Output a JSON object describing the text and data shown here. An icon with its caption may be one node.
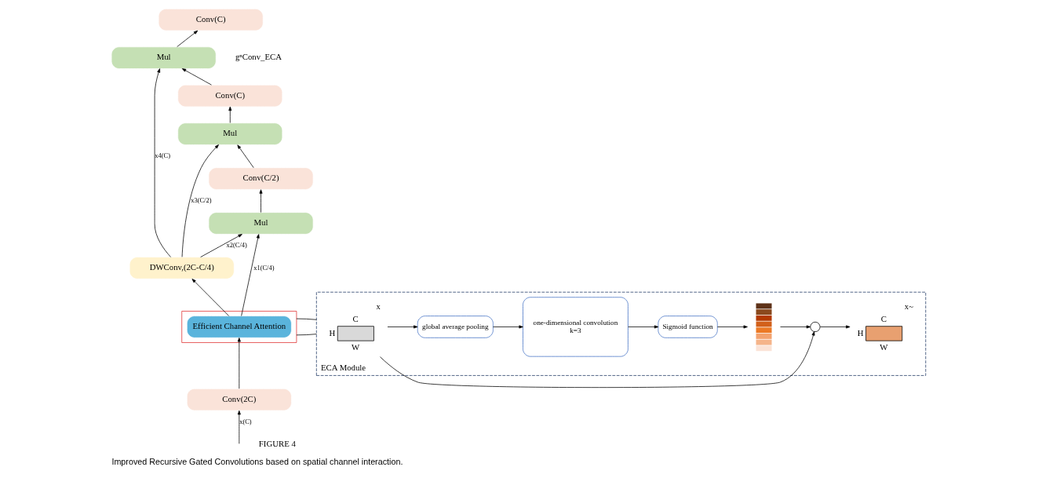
{
  "diagram": {
    "caption": "Improved Recursive Gated Convolutions based on spatial channel interaction.",
    "nodes": [
      {
        "text": [
          "Conv(C)"
        ]
      },
      {
        "text": [
          "Mul"
        ]
      },
      {
        "text": [
          "Conv(C)"
        ]
      },
      {
        "text": [
          "Mul"
        ]
      },
      {
        "text": [
          "Conv(C/2)"
        ]
      },
      {
        "text": [
          "Mul"
        ]
      },
      {
        "text": [
          "DWConv,(2C-C/4)"
        ]
      },
      {
        "text": [],
        "shape": "box"
      },
      {
        "text": [
          "Efficient Channel Attention"
        ],
        "in": 7
      },
      {
        "text": [
          "Conv(2C)"
        ]
      },
      {
        "text": [
          "ECA Module"
        ]
      },
      {
        "text": [],
        "shape": "box",
        "beside": [
          "x",
          "C",
          "H",
          "W"
        ],
        "in": 10
      },
      {
        "text": [
          "global average pooling"
        ],
        "in": 10
      },
      {
        "text": [
          "one-dimensional convolution",
          "k=3"
        ],
        "in": 10
      },
      {
        "text": [
          "Sigmoid function"
        ],
        "in": 10
      },
      {
        "text": [],
        "shape": "bar",
        "in": 10
      },
      {
        "text": [],
        "shape": "circle",
        "in": 10
      },
      {
        "text": [],
        "shape": "box",
        "beside": [
          "x~",
          "C",
          "H",
          "W"
        ],
        "in": 10
      }
    ],
    "edges": [
      {
        "from": null,
        "to": 9,
        "arrow": "to",
        "label": "x(C)"
      },
      {
        "from": 9,
        "to": 8,
        "arrow": "to"
      },
      {
        "from": 8,
        "to": 6,
        "arrow": "to"
      },
      {
        "from": 8,
        "to": 5,
        "arrow": "to",
        "label": "x1(C/4)"
      },
      {
        "from": 6,
        "to": 5,
        "arrow": "to",
        "label": "x2(C/4)"
      },
      {
        "from": 6,
        "to": 3,
        "arrow": "to",
        "label": "x3(C/2)"
      },
      {
        "from": 6,
        "to": 1,
        "arrow": "to",
        "label": "x4(C)"
      },
      {
        "from": 5,
        "to": 4,
        "arrow": "to"
      },
      {
        "from": 4,
        "to": 3,
        "arrow": "to"
      },
      {
        "from": 3,
        "to": 2,
        "arrow": "to"
      },
      {
        "from": 2,
        "to": 1,
        "arrow": "to"
      },
      {
        "from": 1,
        "to": 0,
        "arrow": "to"
      },
      {
        "from": 7,
        "to": 10,
        "arrow": "none"
      },
      {
        "from": 7,
        "to": 10,
        "arrow": "none"
      },
      {
        "from": 11,
        "to": 12,
        "arrow": "to"
      },
      {
        "from": 12,
        "to": 13,
        "arrow": "to"
      },
      {
        "from": 13,
        "to": 14,
        "arrow": "to"
      },
      {
        "from": 14,
        "to": 15,
        "arrow": "to"
      },
      {
        "from": 15,
        "to": 16,
        "arrow": "to"
      },
      {
        "from": 11,
        "to": 16,
        "arrow": "to"
      },
      {
        "from": 16,
        "to": 17,
        "arrow": "to"
      }
    ],
    "labels": [
      "gⁿConv_ECA",
      "FIGURE 4"
    ]
  }
}
